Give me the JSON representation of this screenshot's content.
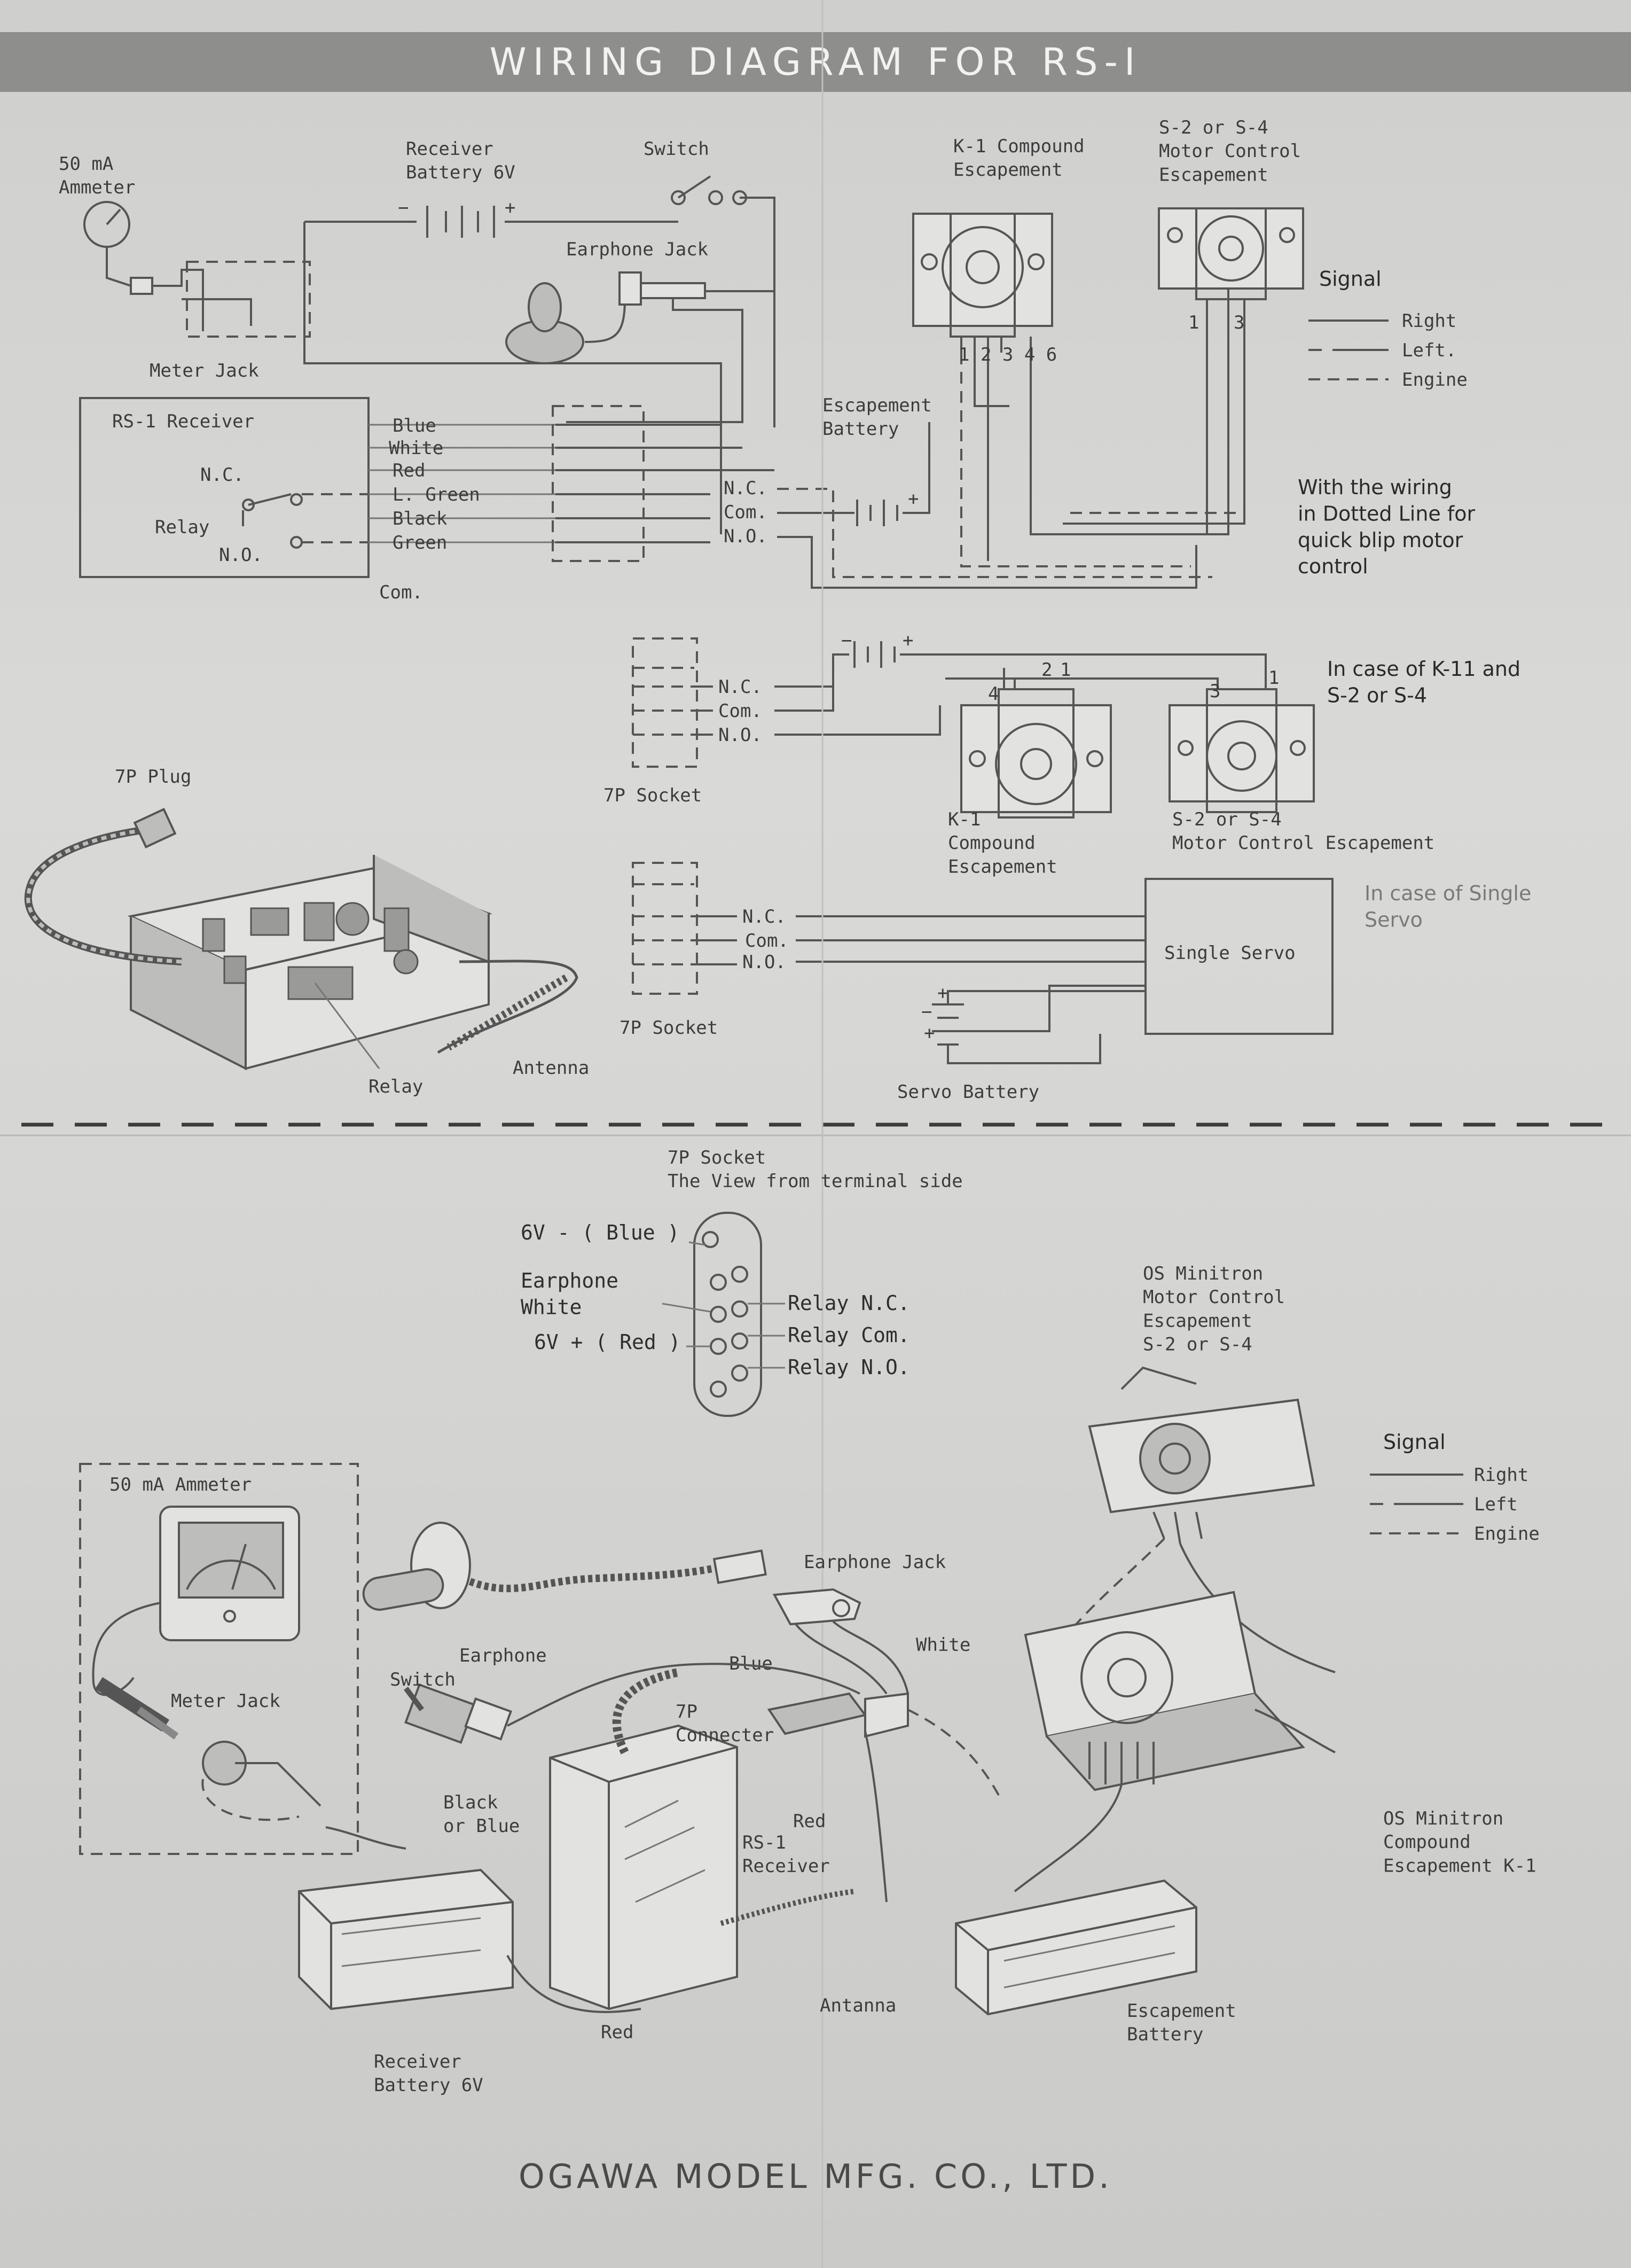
{
  "title": "WIRING DIAGRAM FOR RS-I",
  "schematic": {
    "ammeter": "50 mA\nAmmeter",
    "receiver_battery": "Receiver\nBattery 6V",
    "switch": "Switch",
    "earphone_jack": "Earphone Jack",
    "meter_jack": "Meter Jack",
    "receiver_box": {
      "title": "RS-1 Receiver",
      "nc": "N.C.",
      "relay": "Relay",
      "no": "N.O."
    },
    "wires": [
      "Blue",
      "White",
      "Red",
      "L. Green",
      "Black",
      "Green"
    ],
    "com": "Com.",
    "terminals": [
      "N.C.",
      "Com.",
      "N.O."
    ],
    "escapement_battery": "Escapement\nBattery",
    "k1": {
      "label": "K-1 Compound\nEscapement",
      "pins": "1 2 3 4   6"
    },
    "s2": {
      "label": "S-2 or S-4\nMotor Control\nEscapement",
      "pins": [
        "1",
        "3"
      ]
    },
    "signal_legend": {
      "title": "Signal",
      "items": [
        "Right",
        "Left.",
        "Engine"
      ]
    },
    "dotted_note": "With the wiring\nin Dotted Line for\nquick blip motor\ncontrol"
  },
  "k11_case": {
    "terminals": [
      "N.C.",
      "Com.",
      "N.O."
    ],
    "socket": "7P Socket",
    "k1_label": "K-1\nCompound\nEscapement",
    "s2_label": "S-2 or S-4\nMotor Control Escapement",
    "pins_left": [
      "4",
      "2",
      "1"
    ],
    "pins_right": [
      "3",
      "1"
    ],
    "note": "In case of K-11 and\nS-2 or S-4"
  },
  "receiver_illustration": {
    "plug": "7P Plug",
    "relay": "Relay",
    "antenna": "Antenna"
  },
  "servo_case": {
    "terminals": [
      "N.C.",
      "Com.",
      "N.O."
    ],
    "socket": "7P Socket",
    "servo": "Single Servo",
    "battery": "Servo Battery",
    "note": "In case of Single\nServo"
  },
  "socket_view": {
    "title": "7P Socket\nThe View from terminal side",
    "left_labels": [
      "6V - ( Blue )",
      "Earphone\nWhite",
      "6V + ( Red )"
    ],
    "right_labels": [
      "Relay N.C.",
      "Relay Com.",
      "Relay N.O."
    ]
  },
  "pictorial": {
    "ammeter": "50 mA Ammeter",
    "meter_jack": "Meter Jack",
    "earphone": "Earphone",
    "switch": "Switch",
    "earphone_jack": "Earphone Jack",
    "blue": "Blue",
    "white": "White",
    "connector": "7P\nConnecter",
    "black_or_blue": "Black\nor Blue",
    "red_top": "Red",
    "receiver": "RS-1\nReceiver",
    "antenna": "Antanna",
    "red_bottom": "Red",
    "receiver_battery": "Receiver\nBattery 6V",
    "escapement_battery": "Escapement\nBattery",
    "os_minitron_motor": "OS Minitron\nMotor Control\nEscapement\nS-2 or S-4",
    "os_minitron_compound": "OS Minitron\nCompound\nEscapement K-1",
    "signal_legend": {
      "title": "Signal",
      "items": [
        "Right",
        "Left",
        "Engine"
      ]
    }
  },
  "footer": "OGAWA MODEL MFG. CO., LTD."
}
